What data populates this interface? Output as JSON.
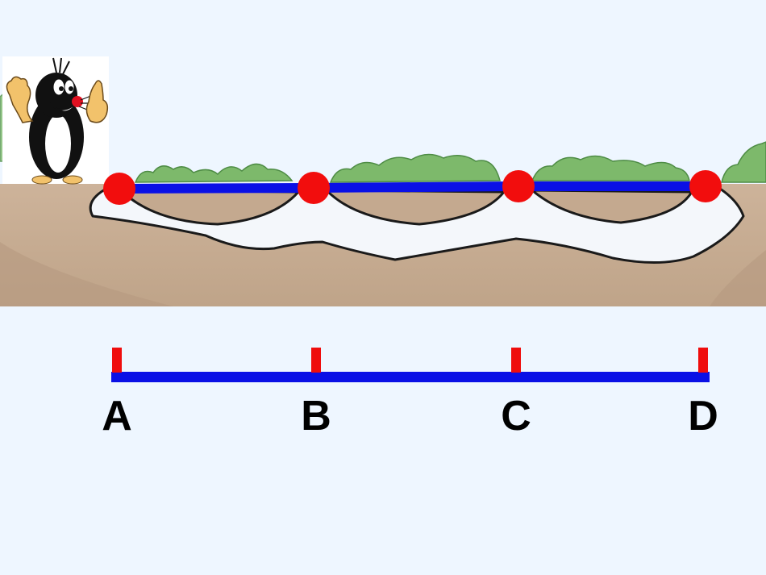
{
  "colors": {
    "background": "#eef6ff",
    "ground": "#c8ad93",
    "segment_line": "#0a10e6",
    "point_marker": "#f20d0d",
    "tick_marker": "#ef0d0d",
    "bush": "#7db96b"
  },
  "points": [
    {
      "label": "A"
    },
    {
      "label": "B"
    },
    {
      "label": "C"
    },
    {
      "label": "D"
    }
  ],
  "illustration": {
    "character": "mole-cartoon-icon",
    "scene": "ground-cross-section-with-bushes"
  }
}
